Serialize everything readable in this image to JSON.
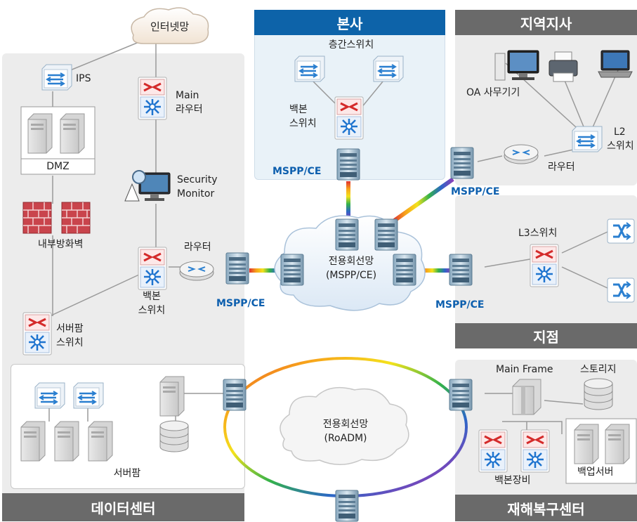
{
  "colors": {
    "panel_gray": "#ececec",
    "bar_gray": "#6a6a6a",
    "bar_blue": "#0d63a9",
    "mspp_label": "#0d5fae",
    "ring": "rainbow"
  },
  "sections": {
    "datacenter": "데이터센터",
    "hq": "본사",
    "regional": "지역지사",
    "branch": "지점",
    "dr": "재해복구센터"
  },
  "labels": {
    "internet": "인터넷망",
    "ips": "IPS",
    "main_router_1": "Main",
    "main_router_2": "라우터",
    "dmz": "DMZ",
    "security_monitor_1": "Security",
    "security_monitor_2": "Monitor",
    "internal_firewall": "내부방화벽",
    "dc_router": "라우터",
    "dc_backbone_1": "백본",
    "dc_backbone_2": "스위치",
    "dc_mspp": "MSPP/CE",
    "serverfarm_switch_1": "서버팜",
    "serverfarm_switch_2": "스위치",
    "serverfarm": "서버팜",
    "hq_floor_switch": "층간스위치",
    "hq_backbone_1": "백본",
    "hq_backbone_2": "스위치",
    "hq_mspp": "MSPP/CE",
    "oa_devices": "OA 사무기기",
    "l2_switch_1": "L2",
    "l2_switch_2": "스위치",
    "regional_router": "라우터",
    "regional_mspp": "MSPP/CE",
    "l3_switch": "L3스위치",
    "branch_mspp": "MSPP/CE",
    "cloud_mspp_1": "전용회선망",
    "cloud_mspp_2": "(MSPP/CE)",
    "cloud_roadm_1": "전용회선망",
    "cloud_roadm_2": "(RoADM)",
    "main_frame": "Main Frame",
    "storage": "스토리지",
    "dr_backbone": "백본장비",
    "backup_server": "백업서버"
  },
  "icons": [
    "cloud-icon",
    "ips-switch-icon",
    "router-switch-icon",
    "server-icon",
    "firewall-icon",
    "monitor-icon",
    "router-icon",
    "mspp-device-icon",
    "workstation-icon",
    "printer-icon",
    "laptop-icon",
    "l2-switch-icon",
    "storage-icon",
    "mainframe-icon"
  ]
}
